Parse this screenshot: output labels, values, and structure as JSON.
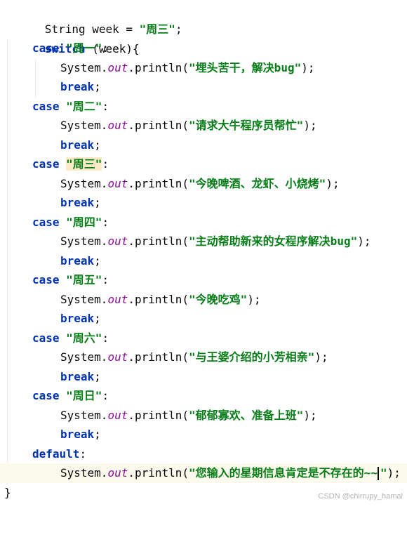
{
  "code": {
    "line1": {
      "type_name": "String",
      "var_decl": " week = ",
      "value": "\"周三\"",
      "end": ";"
    },
    "line2": {
      "keyword": "switch",
      "rest": " (week){"
    },
    "cases": [
      {
        "label": "\"周一\"",
        "message": "\"埋头苦干，解决bug\""
      },
      {
        "label": "\"周二\"",
        "message": "\"请求大牛程序员帮忙\""
      },
      {
        "label": "\"周三\"",
        "message": "\"今晚啤酒、龙虾、小烧烤\""
      },
      {
        "label": "\"周四\"",
        "message": "\"主动帮助新来的女程序解决bug\""
      },
      {
        "label": "\"周五\"",
        "message": "\"今晚吃鸡\""
      },
      {
        "label": "\"周六\"",
        "message": "\"与王婆介绍的小芳相亲\""
      },
      {
        "label": "\"周日\"",
        "message": "\"郁郁寡欢、准备上班\""
      }
    ],
    "case_keyword": "case",
    "colon": ":",
    "system": "System.",
    "out": "out",
    "println": ".println(",
    "call_end": ");",
    "break_keyword": "break",
    "semicolon": ";",
    "default_keyword": "default",
    "default_message_main": "\"您输入的星期信息肯定是不存在的~~",
    "default_message_end": "\"",
    "closing_brace": "}"
  },
  "footer": {
    "watermark": "CSDN @chirrupy_hamal"
  },
  "colors": {
    "keyword": "#0033b3",
    "string": "#067d17",
    "field": "#871094",
    "current_line": "#fcfaed",
    "match_highlight": "#fbe9c6"
  }
}
